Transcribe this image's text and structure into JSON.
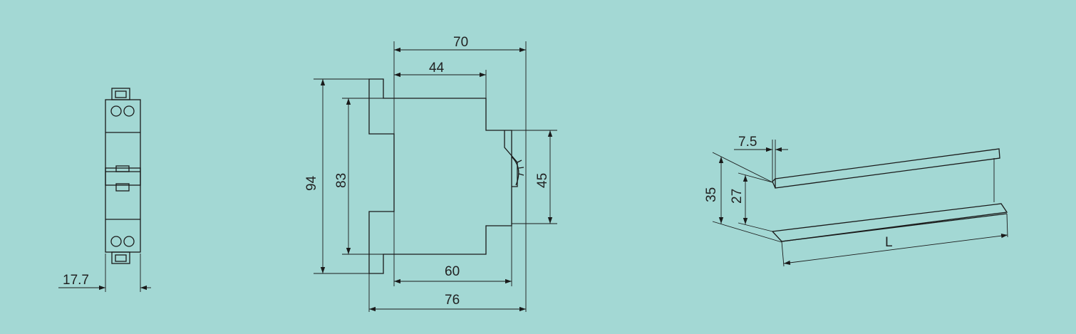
{
  "background_color": "#a3d8d4",
  "line_color": "#1a1a1a",
  "front_view": {
    "width_dim": "17.7"
  },
  "side_view": {
    "dim_70": "70",
    "dim_44": "44",
    "dim_94": "94",
    "dim_83": "83",
    "dim_45": "45",
    "dim_60": "60",
    "dim_76": "76"
  },
  "din_rail": {
    "dim_7_5": "7.5",
    "dim_35": "35",
    "dim_27": "27",
    "length_label": "L"
  }
}
